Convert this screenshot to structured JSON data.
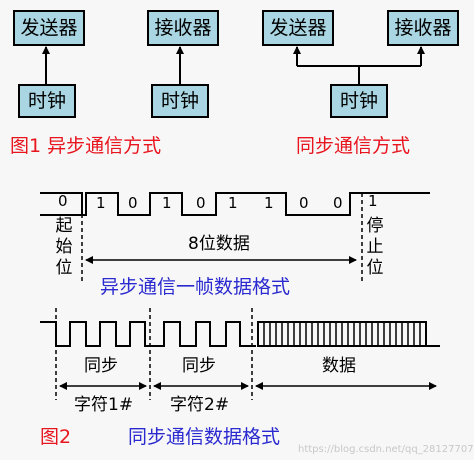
{
  "top": {
    "async": {
      "sender": "发送器",
      "clock": "时钟",
      "caption": "图1  异步通信方式"
    },
    "sync": {
      "sender": "发送器",
      "receiver": "接收器",
      "clock": "时钟",
      "caption": "同步通信方式"
    },
    "async_receiver": "接收器",
    "async_receiver_clock": "时钟"
  },
  "async_frame": {
    "bits": [
      "0",
      "1",
      "0",
      "1",
      "0",
      "1",
      "1",
      "0",
      "0",
      "1"
    ],
    "start_label": "起始位",
    "stop_label": "停止位",
    "data_label": "8位数据",
    "caption": "异步通信一帧数据格式"
  },
  "sync_frame": {
    "sync1": "同步",
    "sync2": "同步",
    "char1": "字符1#",
    "char2": "字符2#",
    "data": "数据",
    "caption_prefix": "图2",
    "caption": "同步通信数据格式"
  },
  "watermark": "https://blog.csdn.net/qq_28127707"
}
